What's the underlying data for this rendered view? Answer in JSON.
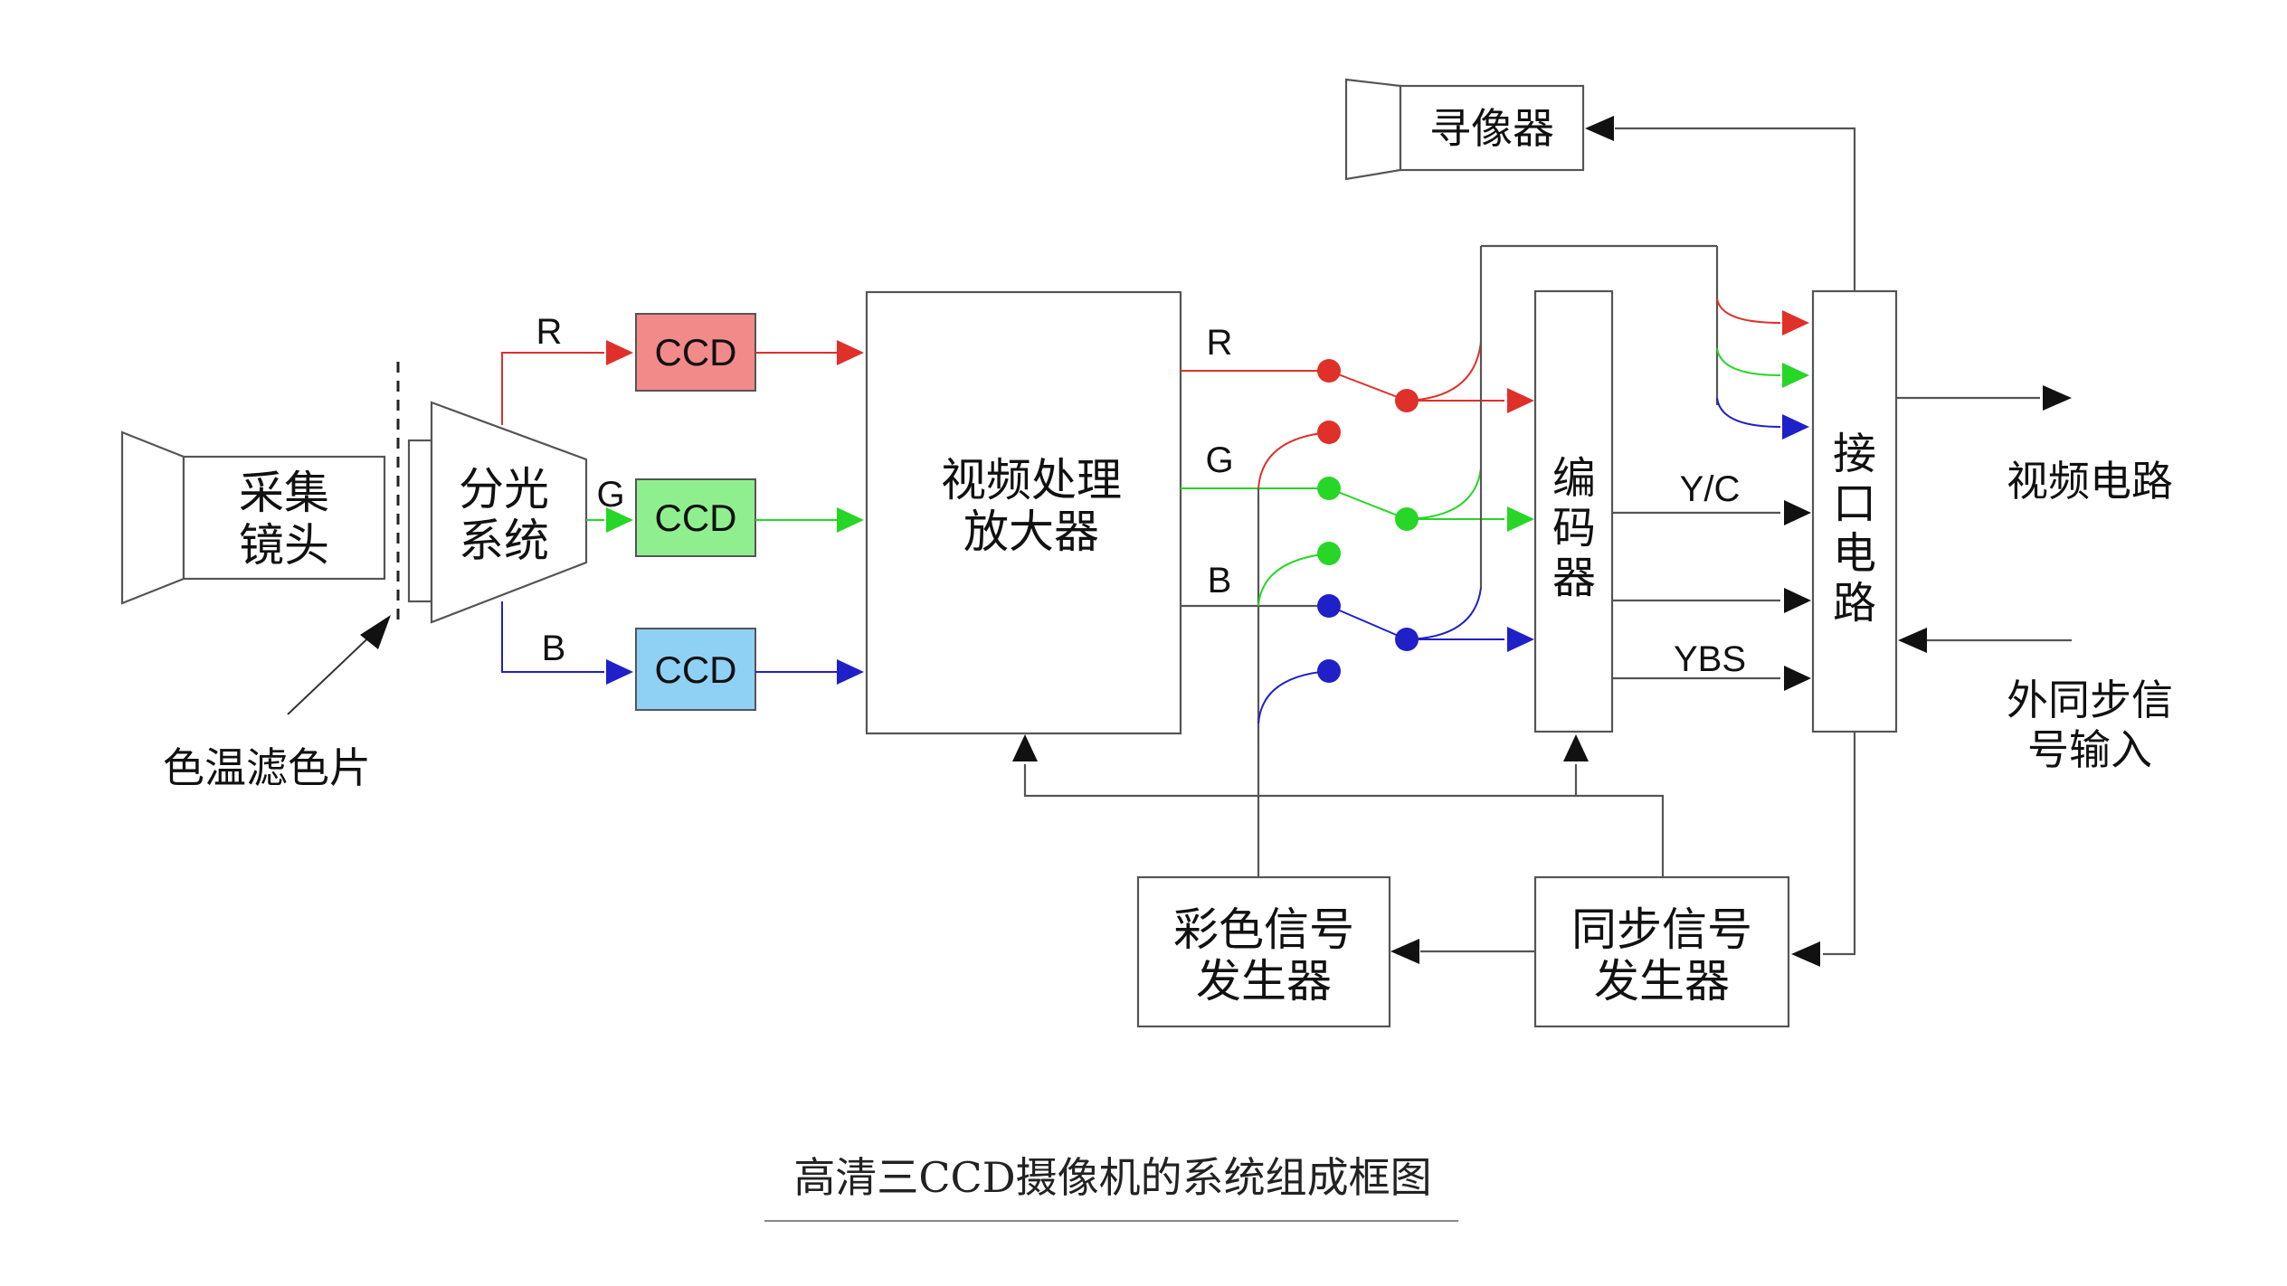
{
  "diagram": {
    "caption": "高清三CCD摄像机的系统组成框图",
    "colors": {
      "red": "#e0302a",
      "green": "#27d627",
      "blue": "#2020c8",
      "ccd_red": "#f28a8a",
      "ccd_green": "#8fef8f",
      "ccd_blue": "#8fd0f5",
      "line": "#555555"
    },
    "blocks": {
      "lens": {
        "line1": "采集",
        "line2": "镜头"
      },
      "filter_label": "色温滤色片",
      "splitter": {
        "line1": "分光",
        "line2": "系统"
      },
      "ccd_r": "CCD",
      "ccd_g": "CCD",
      "ccd_b": "CCD",
      "video_amp": {
        "line1": "视频处理",
        "line2": "放大器"
      },
      "encoder": {
        "l1": "编",
        "l2": "码",
        "l3": "器"
      },
      "interface": {
        "l1": "接",
        "l2": "口",
        "l3": "电",
        "l4": "路"
      },
      "viewfinder": "寻像器",
      "color_gen": {
        "line1": "彩色信号",
        "line2": "发生器"
      },
      "sync_gen": {
        "line1": "同步信号",
        "line2": "发生器"
      }
    },
    "signals": {
      "r_in": "R",
      "g_in": "G",
      "b_in": "B",
      "r_out": "R",
      "g_out": "G",
      "b_out": "B",
      "yc": "Y/C",
      "ybs": "YBS"
    },
    "external": {
      "video_circuit": "视频电路",
      "ext_sync": {
        "line1": "外同步信",
        "line2": "号输入"
      }
    }
  }
}
